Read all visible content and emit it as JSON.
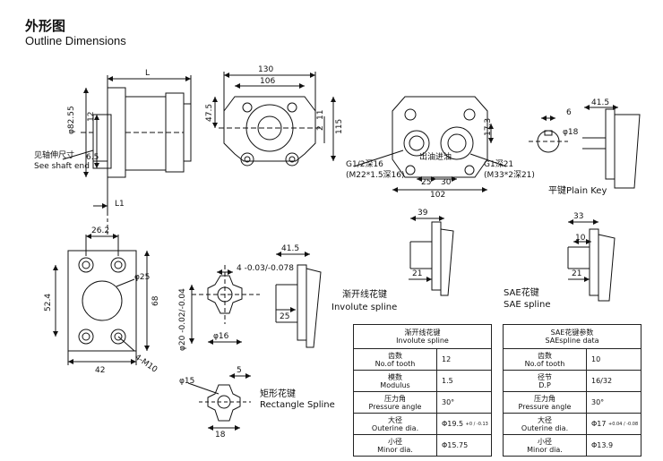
{
  "header": {
    "title_zh": "外形图",
    "title_en": "Outline Dimensions"
  },
  "side_view": {
    "L": "L",
    "L1": "L1",
    "dia": "φ82.55",
    "d12": "12",
    "d6_5": "6.5",
    "shaft_zh": "见轴伸尺寸",
    "shaft_en": "See shaft end"
  },
  "front_view": {
    "w130": "130",
    "w106": "106",
    "h47_5": "47.5",
    "h2": "2",
    "h11": "11",
    "h115": "115"
  },
  "port_view": {
    "h17_3": "17.3",
    "d25": "25",
    "d30": "30",
    "d102": "102",
    "port_left_1": "G1/2深16",
    "port_left_2": "(M22*1.5深16)",
    "port_mid": "出油进油",
    "port_right_1": "G1深21",
    "port_right_2": "(M33*2深21)"
  },
  "plain_key": {
    "d41_5": "41.5",
    "d6": "6",
    "dia18": "φ18",
    "label": "平键Plain Key"
  },
  "flange": {
    "d26_2": "26.2",
    "d52_4": "52.4",
    "d68": "68",
    "d42": "42",
    "dia25": "φ25",
    "m10": "4-M10"
  },
  "rect_spline_shaft": {
    "tol_top": "4 -0.03/-0.078",
    "dia20": "φ20 -0.02/-0.04",
    "dia16": "φ16"
  },
  "rect_spline": {
    "dia15": "φ15",
    "d5": "5",
    "d18": "18",
    "label_zh": "矩形花键",
    "label_en": "Rectangle Spline"
  },
  "involute": {
    "d41_5": "41.5",
    "d25": "25",
    "d39": "39",
    "d21": "21",
    "label_zh": "渐开线花键",
    "label_en": "Involute spline"
  },
  "sae": {
    "d33": "33",
    "d10": "10",
    "d21": "21",
    "label_zh": "SAE花键",
    "label_en": "SAE spline"
  },
  "involute_table": {
    "header_zh": "渐开线花键",
    "header_en": "Involute spline",
    "rows": [
      {
        "zh": "齿数",
        "en": "No.of tooth",
        "value": "12",
        "sup": ""
      },
      {
        "zh": "模数",
        "en": "Modulus",
        "value": "1.5",
        "sup": ""
      },
      {
        "zh": "压力角",
        "en": "Pressure angle",
        "value": "30°",
        "sup": ""
      },
      {
        "zh": "大径",
        "en": "Outerine dia.",
        "value": "Φ19.5",
        "sup": "+0 / -0.13"
      },
      {
        "zh": "小径",
        "en": "Minor dia.",
        "value": "Φ15.75",
        "sup": ""
      }
    ]
  },
  "sae_table": {
    "header_zh": "SAE花键参数",
    "header_en": "SAEspline data",
    "rows": [
      {
        "zh": "齿数",
        "en": "No.of tooth",
        "value": "10",
        "sup": ""
      },
      {
        "zh": "径节",
        "en": "D.P",
        "value": "16/32",
        "sup": ""
      },
      {
        "zh": "压力角",
        "en": "Pressure angle",
        "value": "30°",
        "sup": ""
      },
      {
        "zh": "大径",
        "en": "Outerine dia.",
        "value": "Φ17",
        "sup": "+0.04 / -0.08"
      },
      {
        "zh": "小径",
        "en": "Minor dia.",
        "value": "Φ13.9",
        "sup": ""
      }
    ]
  }
}
